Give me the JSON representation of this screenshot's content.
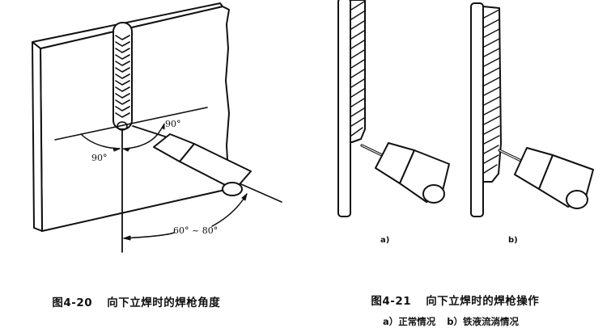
{
  "figure_4_20": {
    "caption_number": "图4-20",
    "caption_title": "向下立焊时的焊枪角度",
    "angle_labels": {
      "left_horizontal": "90°",
      "right_horizontal": "90°",
      "torch_tilt": "60° ~ 80°"
    }
  },
  "figure_4_21": {
    "caption_number": "图4-21",
    "caption_title": "向下立焊时的焊枪操作",
    "panel_labels": {
      "a": "a)",
      "b": "b)"
    },
    "subcaptions": [
      "a）正常情况",
      "b）铁液流淌情况"
    ]
  },
  "colors": {
    "ink": "#111111",
    "background": "#ffffff"
  }
}
